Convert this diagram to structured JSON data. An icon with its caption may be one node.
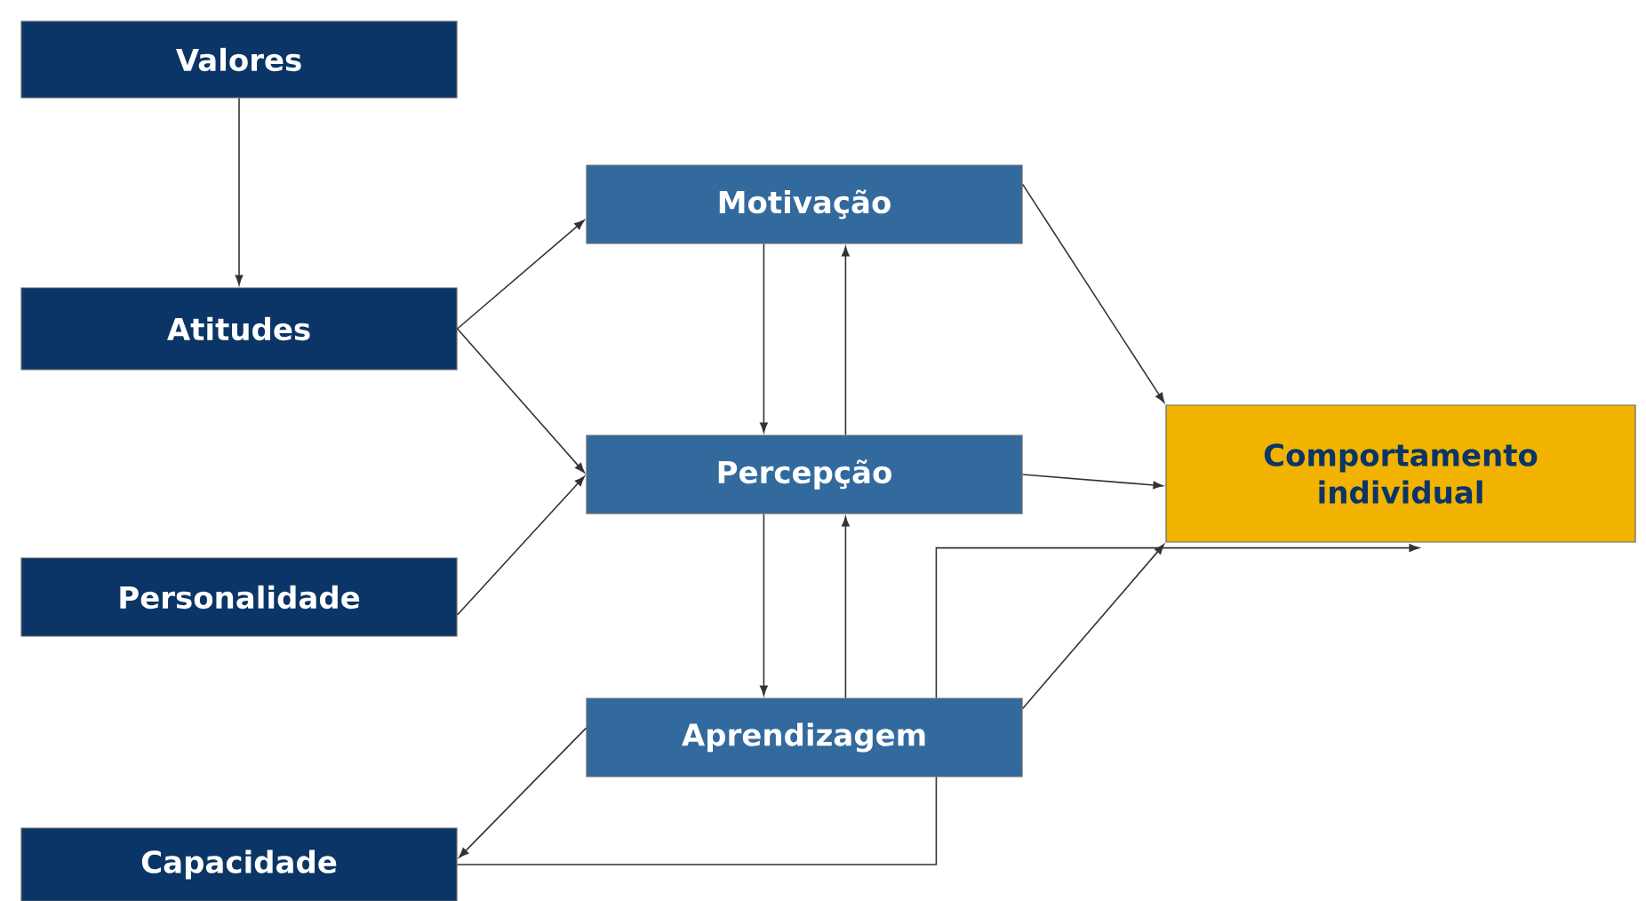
{
  "diagram": {
    "nodes": [
      {
        "text": [
          "Valores"
        ]
      },
      {
        "text": [
          "Atitudes"
        ]
      },
      {
        "text": [
          "Personalidade"
        ]
      },
      {
        "text": [
          "Capacidade"
        ]
      },
      {
        "text": [
          "Motivação"
        ]
      },
      {
        "text": [
          "Percepção"
        ]
      },
      {
        "text": [
          "Aprendizagem"
        ]
      },
      {
        "text": [
          "Comportamento individual"
        ]
      }
    ],
    "edges": [
      {
        "from": 0,
        "to": 1,
        "arrow": "to"
      },
      {
        "from": 1,
        "to": 4,
        "arrow": "to"
      },
      {
        "from": 1,
        "to": 5,
        "arrow": "to"
      },
      {
        "from": 2,
        "to": 5,
        "arrow": "to"
      },
      {
        "from": 4,
        "to": 5,
        "arrow": "to"
      },
      {
        "from": 5,
        "to": 4,
        "arrow": "to"
      },
      {
        "from": 5,
        "to": 6,
        "arrow": "to"
      },
      {
        "from": 6,
        "to": 5,
        "arrow": "to"
      },
      {
        "from": 4,
        "to": 7,
        "arrow": "to"
      },
      {
        "from": 5,
        "to": 7,
        "arrow": "to"
      },
      {
        "from": 6,
        "to": 7,
        "arrow": "to"
      },
      {
        "from": 6,
        "to": 3,
        "arrow": "to"
      },
      {
        "from": 3,
        "to": 6,
        "arrow": "none"
      },
      {
        "from": 6,
        "to": 7,
        "arrow": "to"
      }
    ]
  }
}
